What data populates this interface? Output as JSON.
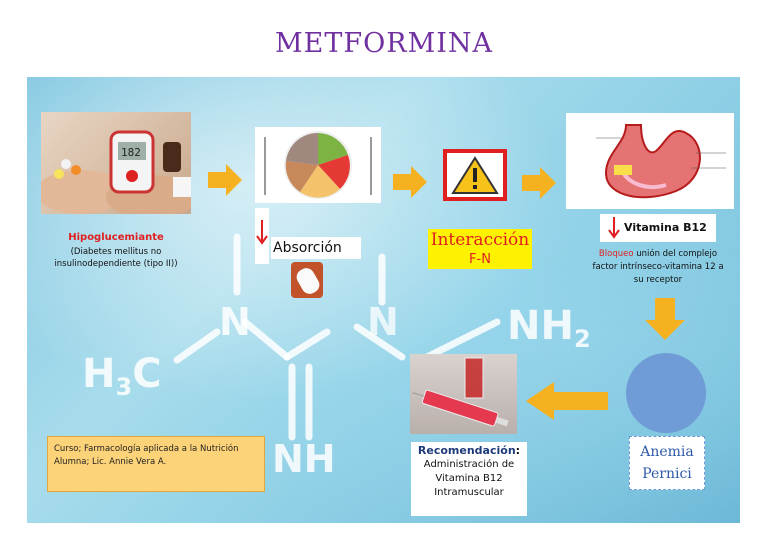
{
  "title": "METFORMINA",
  "hipoglucemiante": {
    "label": "Hipoglucemiante",
    "desc": "(Diabetes mellitus no insulinodependiente (tipo II))"
  },
  "absorcion": {
    "label": "Absorción"
  },
  "interaccion": {
    "label": "Interacción",
    "sub": "F-N"
  },
  "vitamina": {
    "label": "Vitamina B12",
    "bloqueo": "Bloqueo",
    "desc": "unión del complejo factor intrínseco-vitamina 12 a su receptor"
  },
  "anemia": {
    "line1": "Anemia",
    "line2": "Pernici"
  },
  "recomendacion": {
    "label": "Recomendación",
    "colon": ":",
    "line1": "Administración de",
    "line2": "Vitamina B12",
    "line3": "Intramuscular"
  },
  "curso": {
    "line1": "Curso; Farmacología aplicada a la Nutrición",
    "line2": "Alumna; Lic. Annie Vera A."
  },
  "molecule": {
    "h3c": "H",
    "h3c_sub": "3",
    "c": "C",
    "n1": "N",
    "nh2": "NH",
    "nh2_sub": "2",
    "nh": "NH"
  },
  "colors": {
    "title": "#7030a0",
    "red": "#e02020",
    "arrow": "#f5b120",
    "circle": "#6f9bd6",
    "anemia_text": "#2e5aa8",
    "curso_bg": "#fcd378"
  }
}
